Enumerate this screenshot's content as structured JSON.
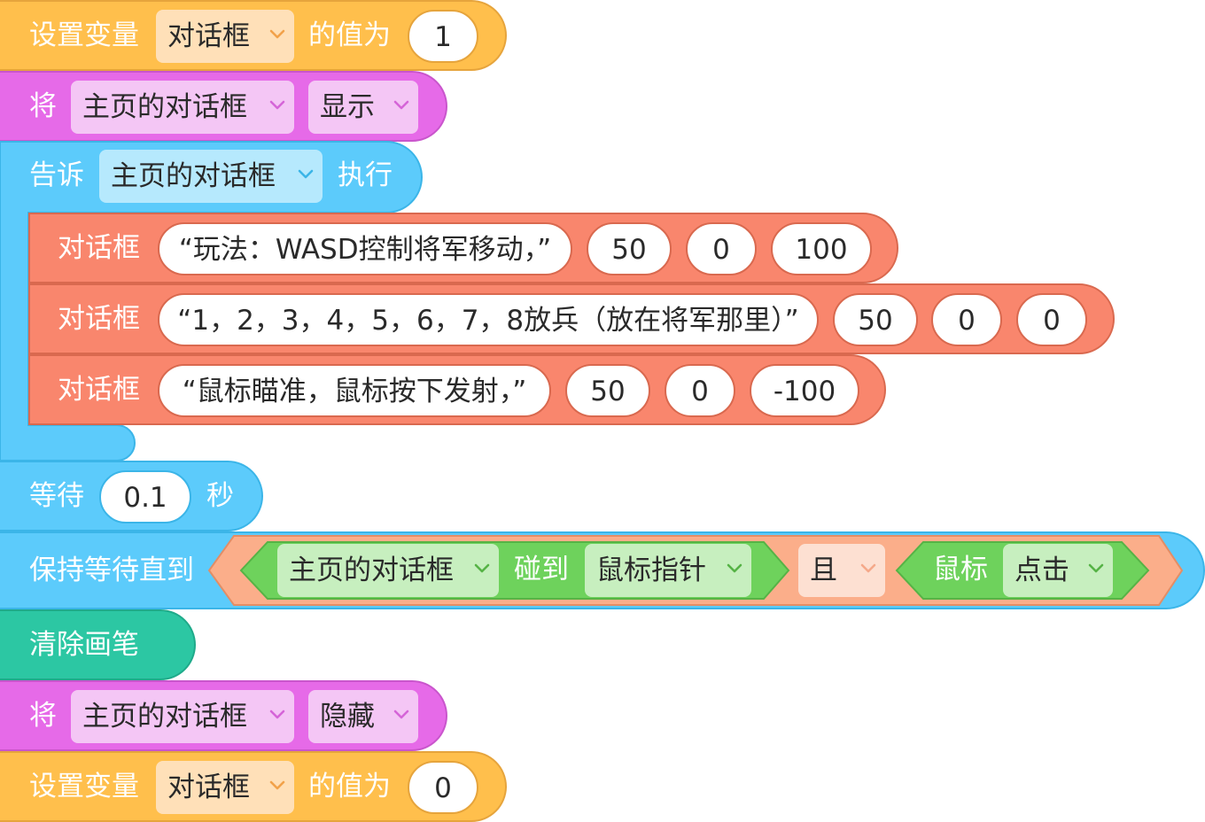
{
  "colors": {
    "variables": "#ffbf4c",
    "variables_border": "#e6a43c",
    "variables_dropdown": "#ffe0b8",
    "looks": "#e66ae8",
    "looks_border": "#c955cc",
    "looks_dropdown": "#f4c6f5",
    "control": "#5ccbfb",
    "control_border": "#3bb5e8",
    "control_dropdown": "#b6e9fd",
    "dialog": "#f9866d",
    "dialog_border": "#d9694f",
    "sensing": "#6ed25c",
    "sensing_border": "#56b346",
    "sensing_dropdown": "#c7efbf",
    "operator": "#fbae8a",
    "operator_border": "#e38d65",
    "operator_dropdown": "#fde0d2",
    "pen": "#2cc7a3",
    "pen_border": "#1faa8a"
  },
  "blocks": {
    "set_var_1": {
      "label": "设置变量",
      "var": "对话框",
      "mid": "的值为",
      "value": "1"
    },
    "show_block": {
      "label": "将",
      "target": "主页的对话框",
      "action": "显示"
    },
    "tell_block": {
      "label": "告诉",
      "target": "主页的对话框",
      "tail": "执行"
    },
    "dialog_1": {
      "label": "对话框",
      "text": "“玩法：WASD控制将军移动，”",
      "n1": "50",
      "n2": "0",
      "n3": "100"
    },
    "dialog_2": {
      "label": "对话框",
      "text": "“1，2，3，4，5，6，7，8放兵（放在将军那里）”",
      "n1": "50",
      "n2": "0",
      "n3": "0"
    },
    "dialog_3": {
      "label": "对话框",
      "text": "“鼠标瞄准，鼠标按下发射，”",
      "n1": "50",
      "n2": "0",
      "n3": "-100"
    },
    "wait_block": {
      "label": "等待",
      "value": "0.1",
      "unit": "秒"
    },
    "wait_until": {
      "label": "保持等待直到",
      "touch_target": "主页的对话框",
      "touch_label": "碰到",
      "touch_object": "鼠标指针",
      "op": "且",
      "mouse_label": "鼠标",
      "mouse_action": "点击"
    },
    "clear_pen": {
      "label": "清除画笔"
    },
    "hide_block": {
      "label": "将",
      "target": "主页的对话框",
      "action": "隐藏"
    },
    "set_var_2": {
      "label": "设置变量",
      "var": "对话框",
      "mid": "的值为",
      "value": "0"
    }
  }
}
